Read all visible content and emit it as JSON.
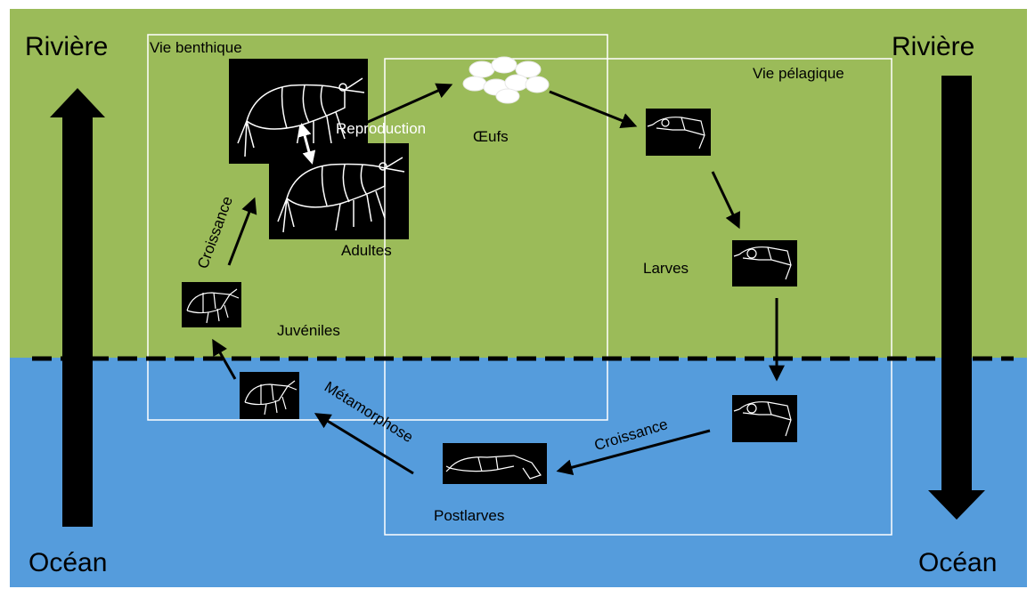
{
  "zones": {
    "top_left": "Rivière",
    "top_right": "Rivière",
    "bottom_left": "Océan",
    "bottom_right": "Océan"
  },
  "regions": {
    "benthic": "Vie benthique",
    "pelagic": "Vie pélagique"
  },
  "stages": {
    "eggs": "Œufs",
    "larvae": "Larves",
    "postlarvae": "Postlarves",
    "juveniles": "Juvéniles",
    "adults": "Adultes"
  },
  "processes": {
    "reproduction": "Reproduction",
    "growth_left": "Croissance",
    "growth_right": "Croissance",
    "metamorphosis": "Métamorphose"
  },
  "colors": {
    "river": "#9bbb59",
    "ocean": "#559cdc",
    "box_border": "#ffffff",
    "arrow": "#000000",
    "photo_bg": "#000000",
    "shrimp_line": "#ffffff"
  }
}
